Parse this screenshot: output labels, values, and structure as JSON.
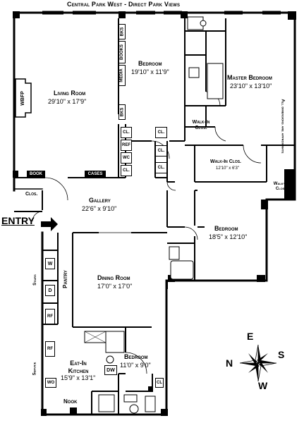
{
  "header": {
    "title": "Central Park West - Direct Park Views"
  },
  "side_note": "All dimensions are approximate",
  "entry": "ENTRY",
  "rooms": {
    "living": {
      "name": "Living Room",
      "dims": "29'10\" x 17'9\""
    },
    "bedroom_top": {
      "name": "Bedroom",
      "dims": "19'10\" x 11'9\""
    },
    "master": {
      "name": "Master Bedroom",
      "dims": "23'10\" x 13'10\""
    },
    "gallery": {
      "name": "Gallery",
      "dims": "22'6\" x 9'10\""
    },
    "bedroom_mid": {
      "name": "Bedroom",
      "dims": "18'5\" x 12'10\""
    },
    "dining": {
      "name": "Dining Room",
      "dims": "17'0\" x 17'0\""
    },
    "kitchen": {
      "name": "Eat-In Kitchen",
      "dims": "15'9\" x 13'1\""
    },
    "bedroom_low": {
      "name": "Bedroom",
      "dims": "11'0\" x 9'0\""
    },
    "walkin_mid": {
      "name": "Walk-In Clos.",
      "dims": "12'10\" x 6'3\""
    }
  },
  "labels": {
    "wbfp": "WBFP",
    "book": "BOOK",
    "cases": "CASES",
    "bks1": "BKS",
    "books": "BOOKS",
    "media": "MEDIA",
    "bks2": "BKS",
    "cl": "CL.",
    "ref": "REF",
    "wc": "WC",
    "walkin_a": "Walk-In Clos.",
    "walkin_b": "Walk-In Clos.",
    "clos": "Clos.",
    "pantry": "Pantry",
    "stairs": "Stairs",
    "service": "Service",
    "w": "W",
    "d": "D",
    "rf": "RF",
    "dw": "DW",
    "wo": "WO",
    "nook": "Nook",
    "cl_low": "CL"
  },
  "compass": {
    "n": "N",
    "e": "E",
    "s": "S",
    "w": "W"
  }
}
